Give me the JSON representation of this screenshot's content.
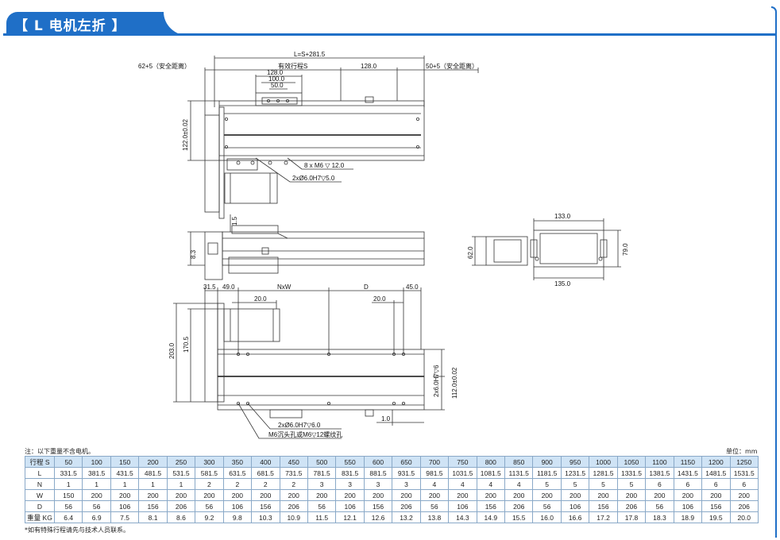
{
  "header": {
    "title": "【 L 电机左折 】"
  },
  "drawing": {
    "top_view": {
      "total_length": "L=S+281.5",
      "left_safety": "62+5（安全距离）",
      "stroke": "有效行程S",
      "dim_128_right": "128.0",
      "right_safety": "50+5（安全距离）",
      "dim_128": "128.0",
      "dim_100": "100.0",
      "dim_50": "50.0",
      "height": "122.0±0.02",
      "holes_m6": "8 x  M6 ▽ 12.0",
      "pin_holes": "2xØ6.0H7▽5.0"
    },
    "side_view": {
      "dim_1_5": "1.5",
      "dim_8_3": "8.3"
    },
    "end_view": {
      "width_top": "133.0",
      "width_bottom": "135.0",
      "height_left": "62.0",
      "height_right": "79.0"
    },
    "bottom_view": {
      "dim_31_5": "31.5",
      "dim_49": "49.0",
      "dim_nxw": "NxW",
      "dim_d": "D",
      "dim_45": "45.0",
      "dim_20_left": "20.0",
      "dim_20_right": "20.0",
      "height_203": "203.0",
      "height_170_5": "170.5",
      "pin_holes_side": "2x6.0H7▽6",
      "height_112": "112.0±0.02",
      "dim_1_0": "1.0",
      "pin_holes": "2xØ6.0H7▽6.0",
      "m6_holes": "M6沉头孔或M6▽12螺纹孔"
    }
  },
  "notes": {
    "top_note": "注：以下重量不含电机。",
    "unit": "单位：mm",
    "bottom_note": "*如有特殊行程请先与技术人员联系。"
  },
  "table": {
    "rows": [
      {
        "label": "行程 S",
        "values": [
          "50",
          "100",
          "150",
          "200",
          "250",
          "300",
          "350",
          "400",
          "450",
          "500",
          "550",
          "600",
          "650",
          "700",
          "750",
          "800",
          "850",
          "900",
          "950",
          "1000",
          "1050",
          "1100",
          "1150",
          "1200",
          "1250"
        ]
      },
      {
        "label": "L",
        "values": [
          "331.5",
          "381.5",
          "431.5",
          "481.5",
          "531.5",
          "581.5",
          "631.5",
          "681.5",
          "731.5",
          "781.5",
          "831.5",
          "881.5",
          "931.5",
          "981.5",
          "1031.5",
          "1081.5",
          "1131.5",
          "1181.5",
          "1231.5",
          "1281.5",
          "1331.5",
          "1381.5",
          "1431.5",
          "1481.5",
          "1531.5"
        ]
      },
      {
        "label": "N",
        "values": [
          "1",
          "1",
          "1",
          "1",
          "1",
          "2",
          "2",
          "2",
          "2",
          "3",
          "3",
          "3",
          "3",
          "4",
          "4",
          "4",
          "4",
          "5",
          "5",
          "5",
          "5",
          "6",
          "6",
          "6",
          "6"
        ]
      },
      {
        "label": "W",
        "values": [
          "150",
          "200",
          "200",
          "200",
          "200",
          "200",
          "200",
          "200",
          "200",
          "200",
          "200",
          "200",
          "200",
          "200",
          "200",
          "200",
          "200",
          "200",
          "200",
          "200",
          "200",
          "200",
          "200",
          "200",
          "200"
        ]
      },
      {
        "label": "D",
        "values": [
          "56",
          "56",
          "106",
          "156",
          "206",
          "56",
          "106",
          "156",
          "206",
          "56",
          "106",
          "156",
          "206",
          "56",
          "106",
          "156",
          "206",
          "56",
          "106",
          "156",
          "206",
          "56",
          "106",
          "156",
          "206"
        ]
      },
      {
        "label": "重量 KG",
        "values": [
          "6.4",
          "6.9",
          "7.5",
          "8.1",
          "8.6",
          "9.2",
          "9.8",
          "10.3",
          "10.9",
          "11.5",
          "12.1",
          "12.6",
          "13.2",
          "13.8",
          "14.3",
          "14.9",
          "15.5",
          "16.0",
          "16.6",
          "17.2",
          "17.8",
          "18.3",
          "18.9",
          "19.5",
          "20.0"
        ]
      }
    ]
  }
}
